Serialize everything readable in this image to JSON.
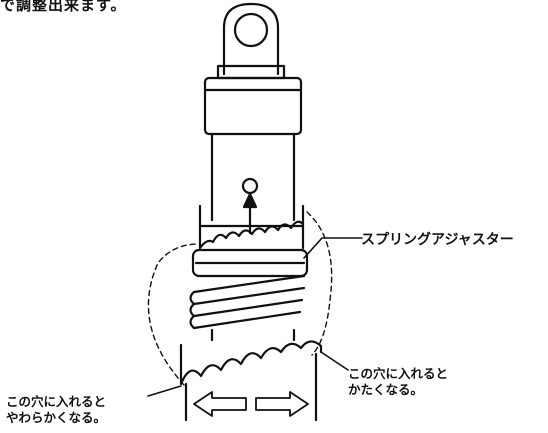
{
  "caption": "で調整出来ます。",
  "labels": {
    "adjuster": "スプリングアジャスター",
    "softer": [
      "この穴に入れると",
      "やわらかくなる。"
    ],
    "harder": [
      "この穴に入れると",
      "かたくなる。"
    ]
  },
  "colors": {
    "ink": "#111111",
    "background": "#ffffff"
  }
}
